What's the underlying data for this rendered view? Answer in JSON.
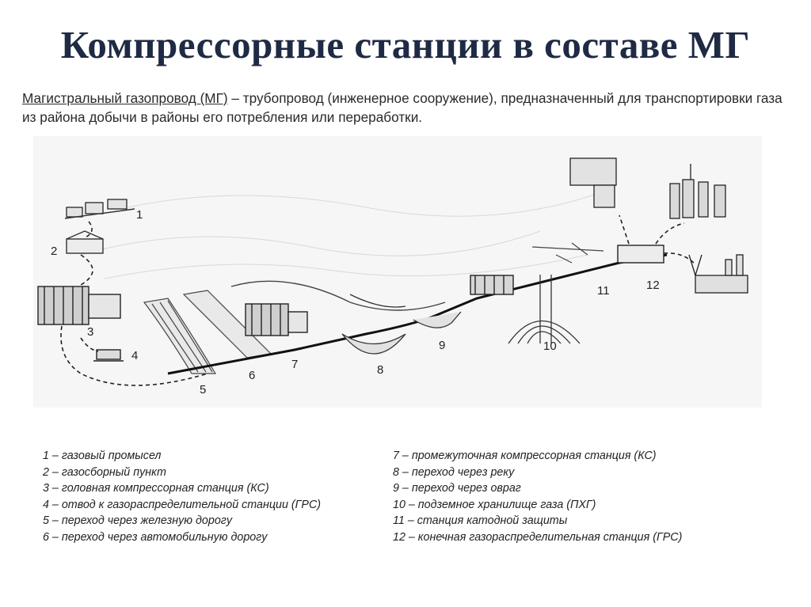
{
  "title": "Компрессорные станции в составе МГ",
  "definition": {
    "term": "Магистральный газопровод (МГ)",
    "text": " – трубопровод (инженерное сооружение), предназначенный для транспортировки газа из района добычи в районы его потребления или переработки."
  },
  "figure": {
    "numbers": [
      "1",
      "2",
      "3",
      "4",
      "5",
      "6",
      "7",
      "8",
      "9",
      "10",
      "11",
      "12"
    ]
  },
  "legend": {
    "left": [
      "1 – газовый промысел",
      "2 – газосборный пункт",
      "3 – головная компрессорная станция (КС)",
      "4 – отвод к газораспределительной станции (ГРС)",
      "5 – переход через железную дорогу",
      "6 – переход через автомобильную дорогу"
    ],
    "right": [
      "7 – промежуточная компрессорная станция (КС)",
      "8 – переход через реку",
      "9 – переход через овраг",
      "10 – подземное хранилище газа (ПХГ)",
      "11 – станция катодной защиты",
      "12 – конечная газораспределительная станция (ГРС)"
    ]
  }
}
